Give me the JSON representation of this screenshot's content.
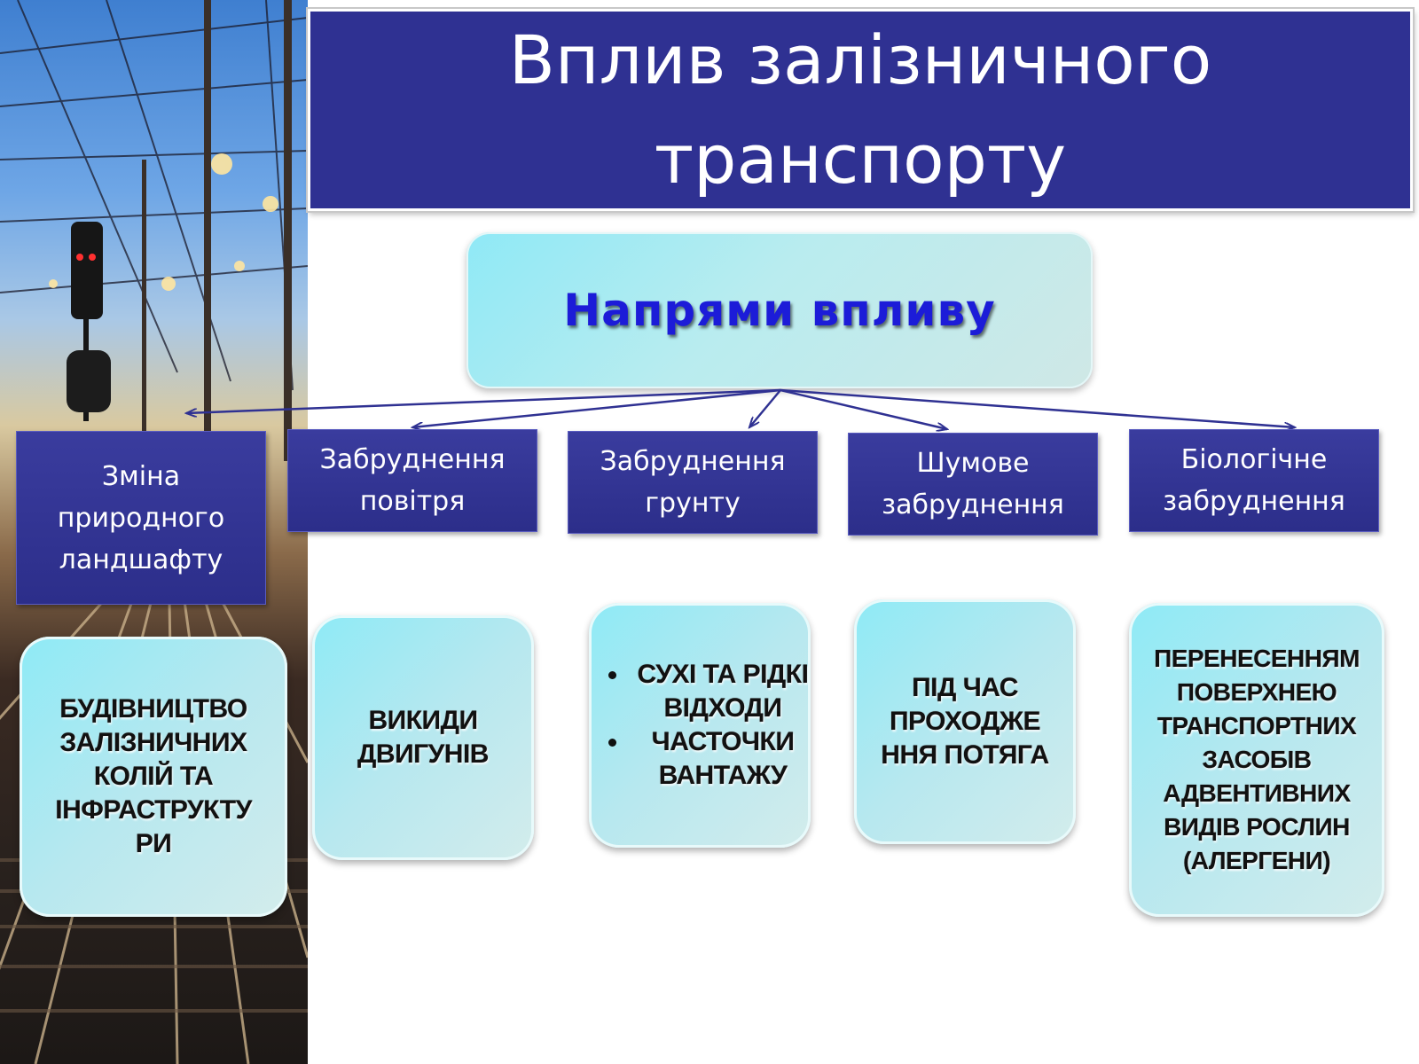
{
  "title": "Вплив залізничного транспорту",
  "center": "Напрями впливу",
  "categories": [
    {
      "label": "Зміна природного ландшафту"
    },
    {
      "label": "Забруднення повітря"
    },
    {
      "label": "Забруднення грунту"
    },
    {
      "label": "Шумове забруднення"
    },
    {
      "label": "Біологічне забруднення"
    }
  ],
  "details": [
    {
      "text": "БУДІВНИЦТВО ЗАЛІЗНИЧНИХ КОЛІЙ ТА ІНФРАСТРУКТУ РИ"
    },
    {
      "text": "ВИКИДИ ДВИГУНІВ"
    },
    {
      "items": [
        "СУХІ ТА РІДКІ ВІДХОДИ",
        "ЧАСТОЧКИ ВАНТАЖУ"
      ]
    },
    {
      "text": "ПІД ЧАС ПРОХОДЖЕ ННЯ ПОТЯГА"
    },
    {
      "text": "ПЕРЕНЕСЕННЯМ ПОВЕРХНЕЮ ТРАНСПОРТНИХ ЗАСОБІВ АДВЕНТИВНИХ ВИДІВ РОСЛИН (АЛЕРГЕНИ)"
    }
  ],
  "colors": {
    "title_bg": "#2f3192",
    "category_bg": "#2c2e8a",
    "node_bg": "#b9ecef",
    "center_text": "#1c1cd8",
    "arrow": "#2f3192"
  }
}
